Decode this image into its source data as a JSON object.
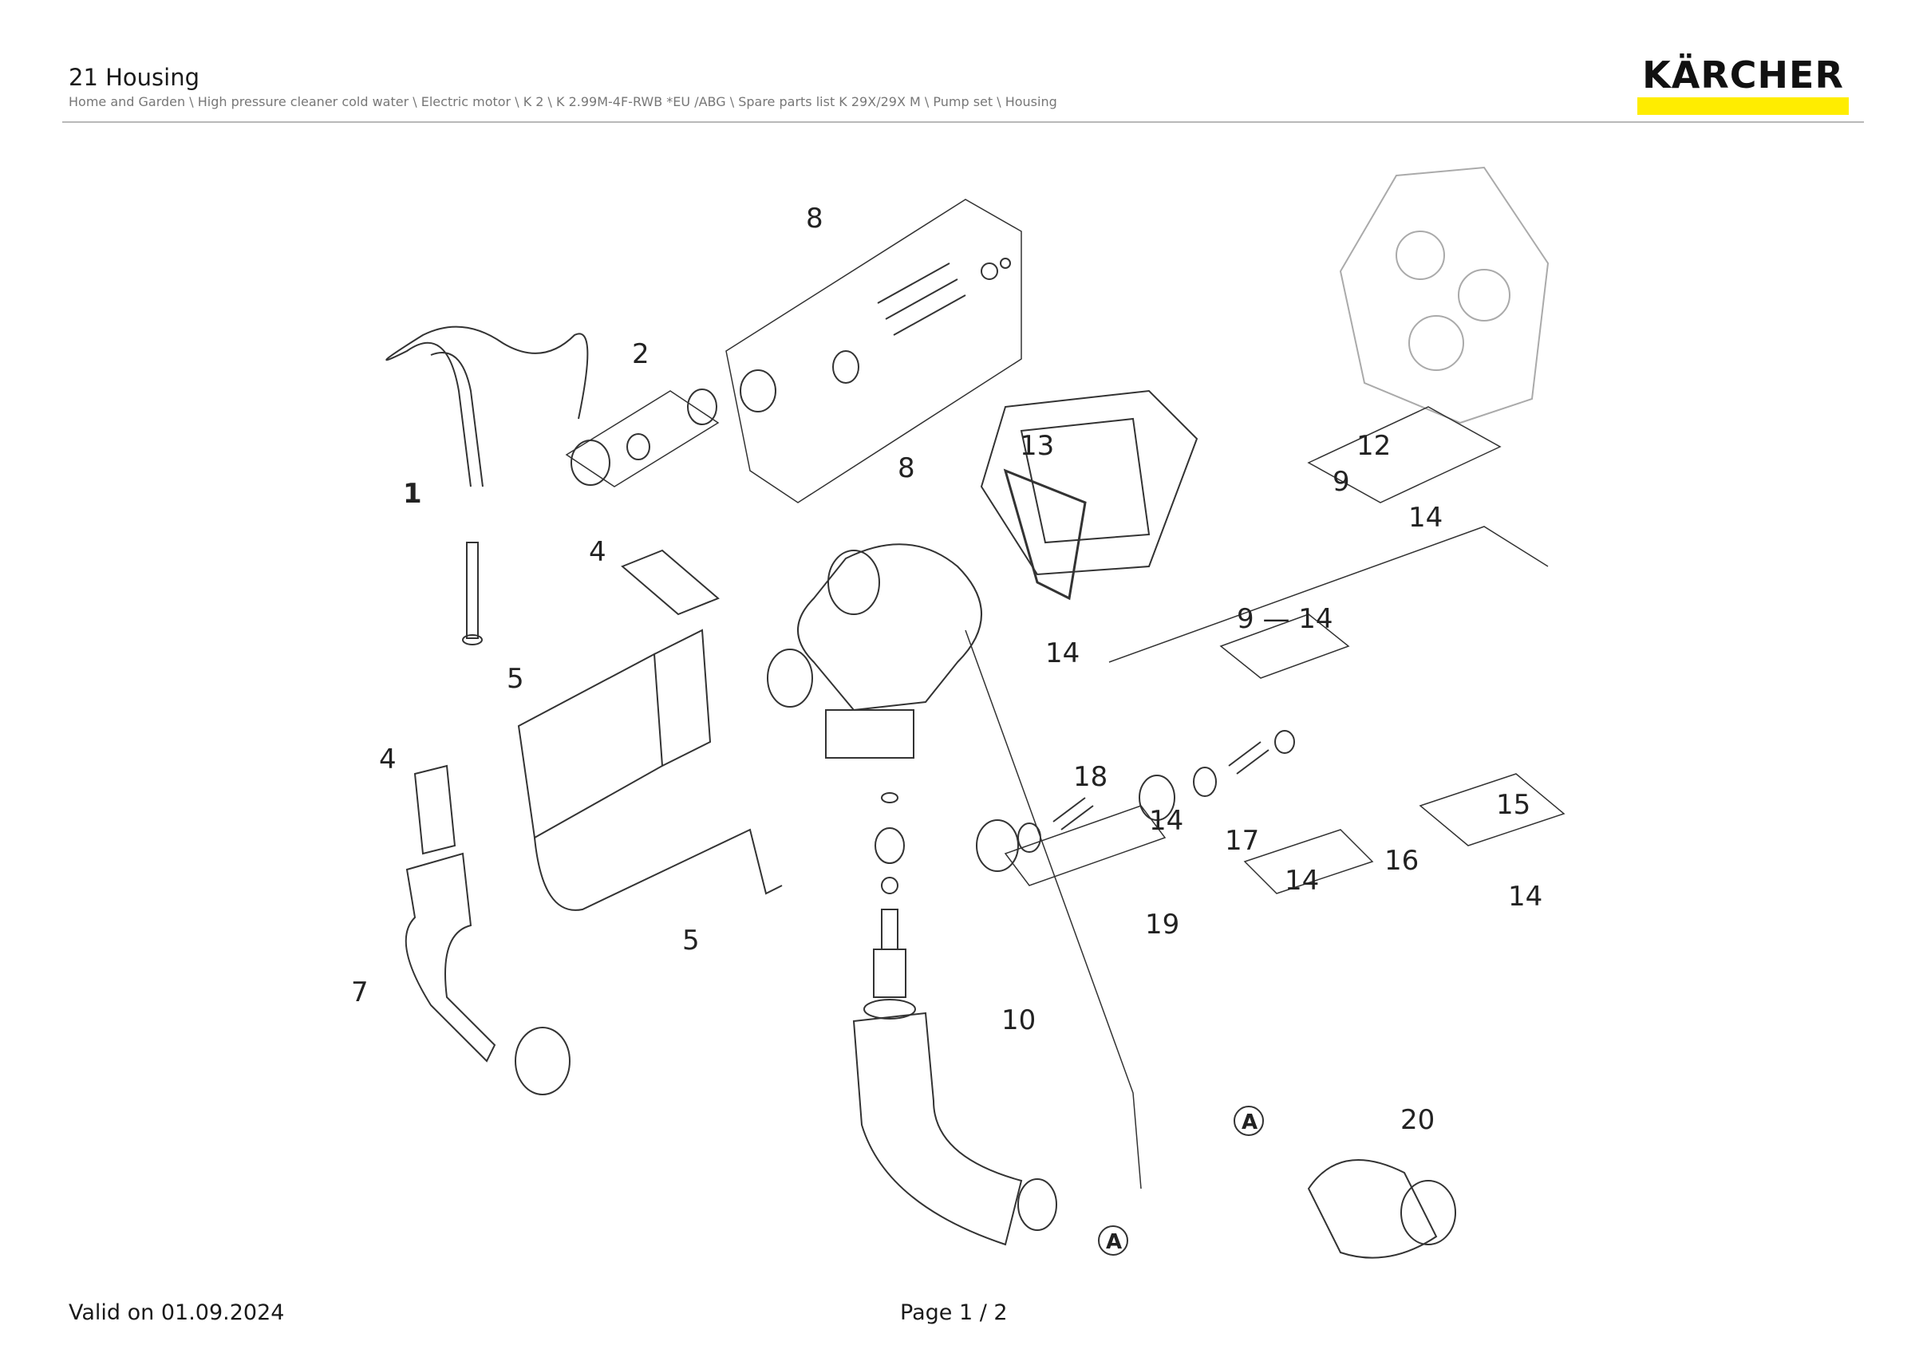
{
  "header": {
    "title": "21 Housing",
    "breadcrumb": "Home and Garden \\ High pressure cleaner cold water \\ Electric motor \\ K 2 \\ K 2.99M-4F-RWB *EU /ABG \\ Spare parts list K 29X/29X M \\ Pump set \\ Housing",
    "logo_text": "KÄRCHER",
    "logo_bar_color": "#ffed00"
  },
  "diagram": {
    "callouts": [
      "1",
      "2",
      "4",
      "4",
      "5",
      "5",
      "7",
      "8",
      "8",
      "9",
      "9 — 14",
      "10",
      "12",
      "13",
      "14",
      "14",
      "14",
      "14",
      "14",
      "15",
      "16",
      "17",
      "18",
      "19",
      "20"
    ],
    "connector_marks": [
      "A",
      "A"
    ]
  },
  "footer": {
    "valid": "Valid on 01.09.2024",
    "page": "Page 1 / 2"
  }
}
